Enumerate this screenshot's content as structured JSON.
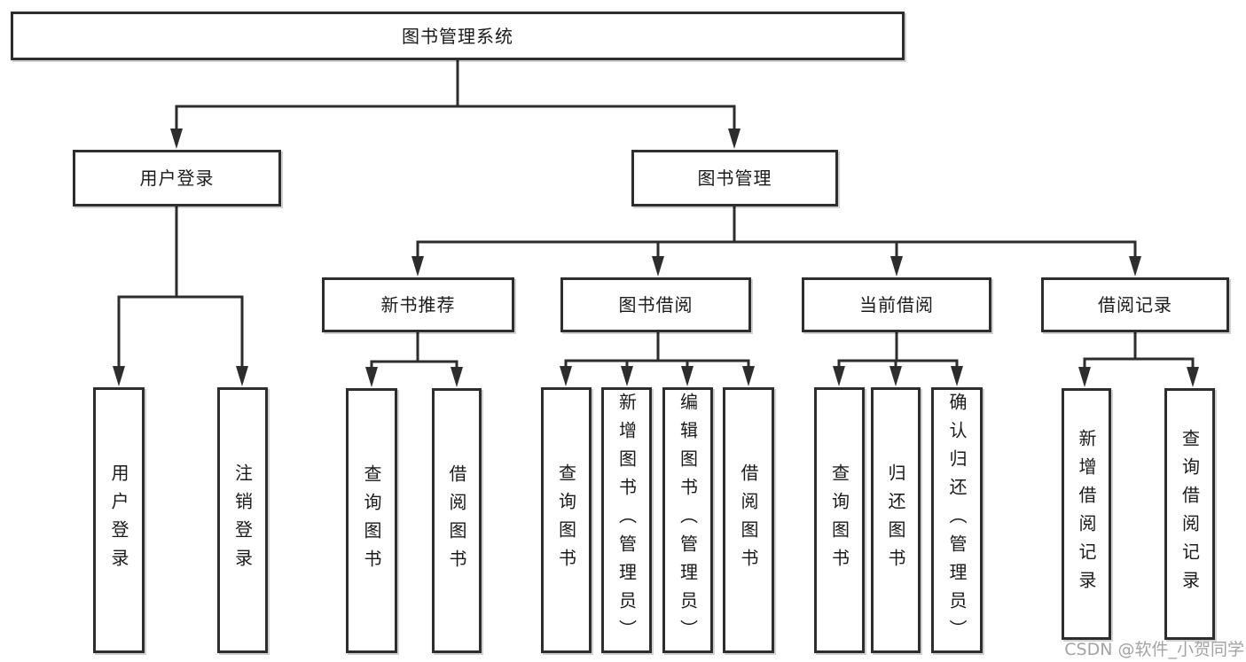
{
  "colors": {
    "line": "#2d2d2d",
    "box_border": "#2d2d2d",
    "box_fill": "#ffffff",
    "text": "#1a1a1a",
    "watermark": "#a3a3a3"
  },
  "watermark": "CSDN @软件_小贺同学",
  "tree": {
    "root": {
      "label": "图书管理系统"
    },
    "branches": [
      {
        "label": "用户登录",
        "children": [
          "用户登录",
          "注销登录"
        ]
      },
      {
        "label": "图书管理",
        "sections": [
          {
            "label": "新书推荐",
            "children": [
              "查询图书",
              "借阅图书"
            ]
          },
          {
            "label": "图书借阅",
            "children": [
              "查询图书",
              "新增图书（管理员）",
              "编辑图书（管理员）",
              "借阅图书"
            ]
          },
          {
            "label": "当前借阅",
            "children": [
              "查询图书",
              "归还图书",
              "确认归还（管理员）"
            ]
          },
          {
            "label": "借阅记录",
            "children": [
              "新增借阅记录",
              "查询借阅记录"
            ]
          }
        ]
      }
    ]
  }
}
